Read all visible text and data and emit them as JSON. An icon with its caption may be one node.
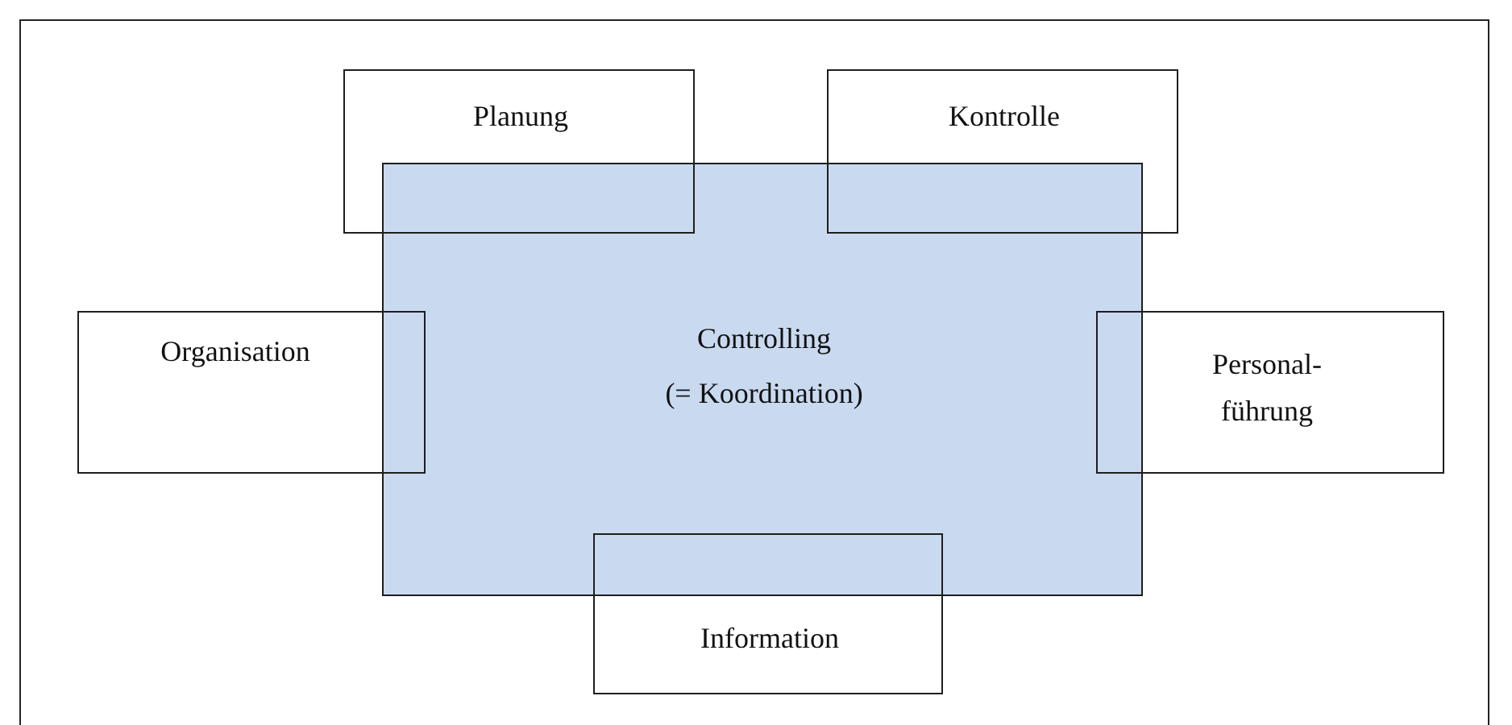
{
  "diagram": {
    "nodes": [
      {
        "text": [
          "Planung"
        ]
      },
      {
        "text": [
          "Kontrolle"
        ]
      },
      {
        "text": [
          "Organisation"
        ]
      },
      {
        "text": [
          "Controlling",
          "(= Koordination)"
        ]
      },
      {
        "text": [
          "Personal- führung"
        ]
      },
      {
        "text": [
          "Information"
        ]
      }
    ]
  }
}
